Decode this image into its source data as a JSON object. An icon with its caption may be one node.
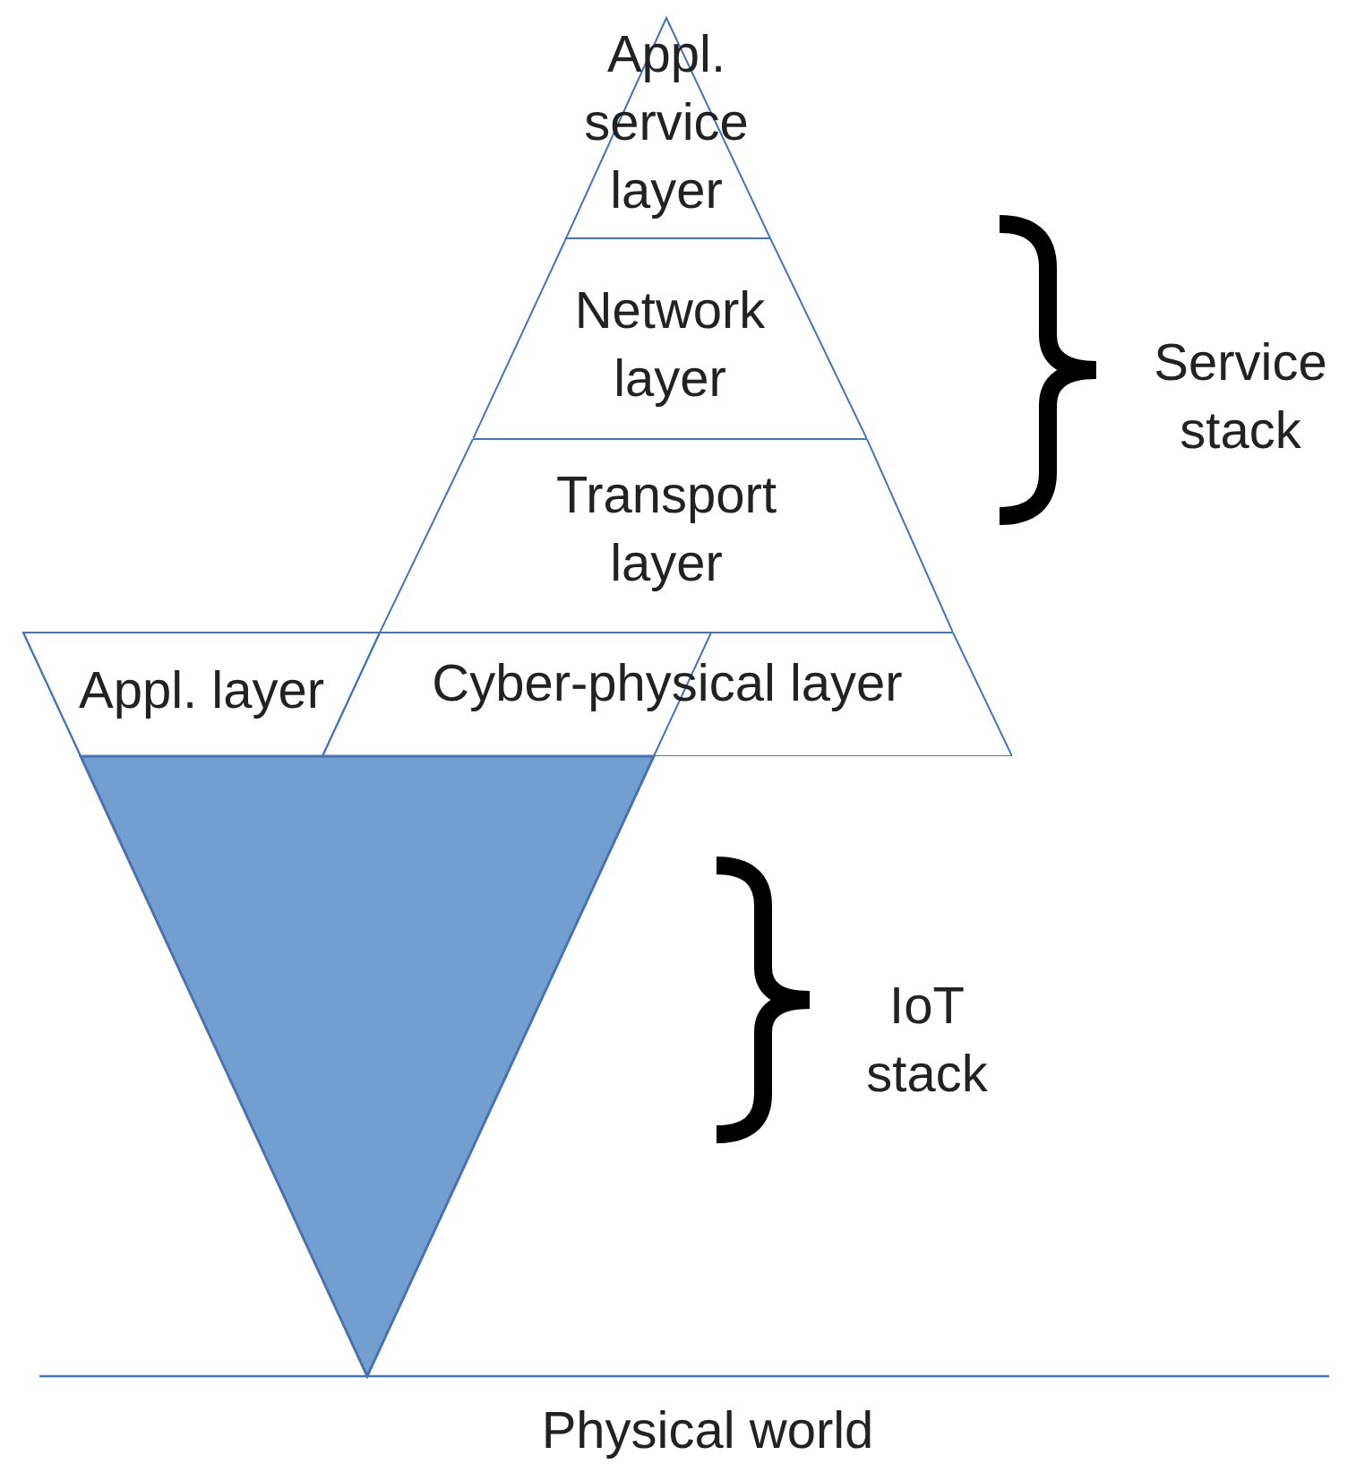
{
  "diagram": {
    "nodes": [
      {
        "text": [
          "Appl. service layer"
        ]
      },
      {
        "text": [
          "Network layer"
        ]
      },
      {
        "text": [
          "Transport layer"
        ]
      },
      {
        "text": [
          "Appl. layer"
        ]
      },
      {
        "text": [
          "Cyber-physical layer"
        ]
      }
    ],
    "edges": [],
    "labels": [
      "Service stack",
      "IoT stack",
      "Physical world"
    ]
  }
}
